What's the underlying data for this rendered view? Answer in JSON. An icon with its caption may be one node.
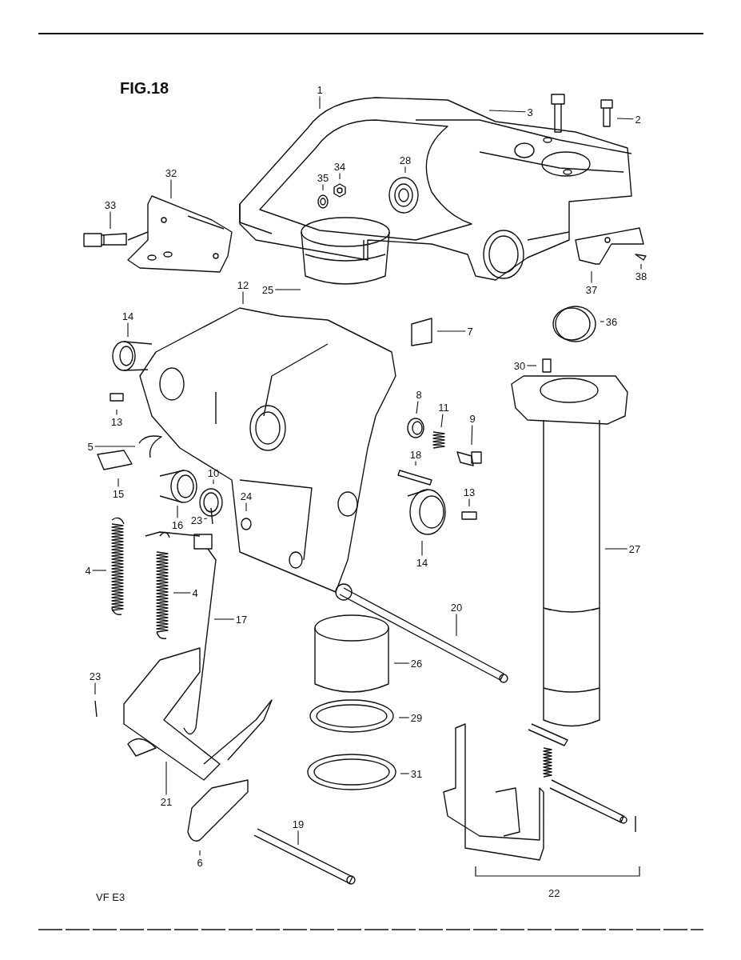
{
  "diagram": {
    "nodes": [
      {
        "text": [
          "1"
        ]
      },
      {
        "text": [
          "3"
        ]
      },
      {
        "text": [
          "2"
        ]
      },
      {
        "text": [
          "32"
        ]
      },
      {
        "text": [
          "34"
        ]
      },
      {
        "text": [
          "35"
        ]
      },
      {
        "text": [
          "28"
        ]
      },
      {
        "text": [
          "33"
        ]
      },
      {
        "text": [
          "25"
        ]
      },
      {
        "text": [
          "12"
        ]
      },
      {
        "text": [
          "14"
        ]
      },
      {
        "text": [
          "7"
        ]
      },
      {
        "text": [
          "36"
        ]
      },
      {
        "text": [
          "37"
        ]
      },
      {
        "text": [
          "38"
        ]
      },
      {
        "text": [
          "30"
        ]
      },
      {
        "text": [
          "8"
        ]
      },
      {
        "text": [
          "11"
        ]
      },
      {
        "text": [
          "9"
        ]
      },
      {
        "text": [
          "13"
        ]
      },
      {
        "text": [
          "5"
        ]
      },
      {
        "text": [
          "18"
        ]
      },
      {
        "text": [
          "10"
        ]
      },
      {
        "text": [
          "15"
        ]
      },
      {
        "text": [
          "16"
        ]
      },
      {
        "text": [
          "23"
        ]
      },
      {
        "text": [
          "24"
        ]
      },
      {
        "text": [
          "13"
        ]
      },
      {
        "text": [
          "14"
        ]
      },
      {
        "text": [
          "27"
        ]
      },
      {
        "text": [
          "4"
        ]
      },
      {
        "text": [
          "4"
        ]
      },
      {
        "text": [
          "17"
        ]
      },
      {
        "text": [
          "20"
        ]
      },
      {
        "text": [
          "26"
        ]
      },
      {
        "text": [
          "23"
        ]
      },
      {
        "text": [
          "29"
        ]
      },
      {
        "text": [
          "31"
        ]
      },
      {
        "text": [
          "21"
        ]
      },
      {
        "text": [
          "19"
        ]
      },
      {
        "text": [
          "6"
        ]
      }
    ],
    "edges": [
      {
        "from": 0,
        "to": null,
        "arrow": "none"
      },
      {
        "from": 1,
        "to": null,
        "arrow": "none"
      },
      {
        "from": 2,
        "to": null,
        "arrow": "none"
      },
      {
        "from": 3,
        "to": null,
        "arrow": "none"
      },
      {
        "from": 4,
        "to": null,
        "arrow": "none"
      },
      {
        "from": 5,
        "to": null,
        "arrow": "none"
      },
      {
        "from": 6,
        "to": null,
        "arrow": "none"
      },
      {
        "from": 7,
        "to": null,
        "arrow": "none"
      },
      {
        "from": 8,
        "to": null,
        "arrow": "none"
      },
      {
        "from": 9,
        "to": null,
        "arrow": "none"
      },
      {
        "from": 10,
        "to": null,
        "arrow": "none"
      },
      {
        "from": 11,
        "to": null,
        "arrow": "none"
      },
      {
        "from": 12,
        "to": null,
        "arrow": "none"
      },
      {
        "from": 13,
        "to": null,
        "arrow": "none"
      },
      {
        "from": 14,
        "to": null,
        "arrow": "none"
      },
      {
        "from": 15,
        "to": null,
        "arrow": "none"
      },
      {
        "from": 16,
        "to": null,
        "arrow": "none"
      },
      {
        "from": 17,
        "to": null,
        "arrow": "none"
      },
      {
        "from": 18,
        "to": null,
        "arrow": "none"
      },
      {
        "from": 19,
        "to": null,
        "arrow": "none"
      },
      {
        "from": 20,
        "to": null,
        "arrow": "none"
      },
      {
        "from": 21,
        "to": null,
        "arrow": "none"
      },
      {
        "from": 22,
        "to": null,
        "arrow": "none"
      },
      {
        "from": 23,
        "to": null,
        "arrow": "none"
      },
      {
        "from": 24,
        "to": null,
        "arrow": "none"
      },
      {
        "from": 25,
        "to": null,
        "arrow": "none"
      },
      {
        "from": 26,
        "to": null,
        "arrow": "none"
      },
      {
        "from": 27,
        "to": null,
        "arrow": "none"
      },
      {
        "from": 28,
        "to": null,
        "arrow": "none"
      },
      {
        "from": 29,
        "to": null,
        "arrow": "none"
      },
      {
        "from": 30,
        "to": null,
        "arrow": "none"
      },
      {
        "from": 31,
        "to": null,
        "arrow": "none"
      },
      {
        "from": 32,
        "to": null,
        "arrow": "none"
      },
      {
        "from": 33,
        "to": null,
        "arrow": "none"
      },
      {
        "from": 34,
        "to": null,
        "arrow": "none"
      },
      {
        "from": 35,
        "to": null,
        "arrow": "none"
      },
      {
        "from": 36,
        "to": null,
        "arrow": "none"
      },
      {
        "from": 37,
        "to": null,
        "arrow": "none"
      },
      {
        "from": 38,
        "to": null,
        "arrow": "none"
      },
      {
        "from": 39,
        "to": null,
        "arrow": "none"
      },
      {
        "from": 40,
        "to": null,
        "arrow": "none"
      }
    ],
    "labels": [
      "FIG.18",
      "22",
      "VF E3"
    ]
  }
}
